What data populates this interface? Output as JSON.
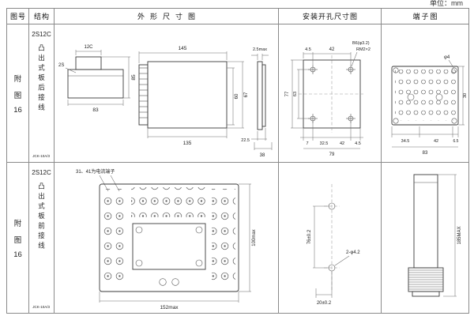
{
  "page": {
    "unit_note": "单位：mm"
  },
  "header": {
    "fig": "图号",
    "struct": "结构",
    "outline": "外形尺寸图",
    "mounting": "安装开孔尺寸图",
    "terminal": "端子图"
  },
  "row1": {
    "fig": [
      "附",
      "图",
      "16"
    ],
    "model": "2S12C",
    "desc": "凸出式板后接线",
    "code": "JCK-10A/3",
    "outline": {
      "lbl_12c": "12C",
      "lbl_2s": "2S",
      "w83": "83",
      "h85": "85",
      "top145": "145",
      "bot135": "135",
      "h60": "60",
      "h67": "67",
      "tmax": "2.5max",
      "b225": "22.5",
      "b38": "38"
    },
    "mounting": {
      "t45": "4.5",
      "t42": "42",
      "note_hole": "B6(φ3.2)",
      "note_screw": "RM2×2",
      "l77": "77",
      "l63": "63",
      "b7": "7",
      "b325": "32.5",
      "b42": "42",
      "b45": "4.5",
      "total79": "79"
    },
    "terminal": {
      "phi4": "φ4",
      "b345": "34.5",
      "b42": "42",
      "b65": "6.5",
      "total83": "83",
      "r30": "30"
    }
  },
  "row2": {
    "fig": [
      "附",
      "图",
      "16"
    ],
    "model": "2S12C",
    "desc": "凸出式板前接线",
    "code": "JCK-10A/3",
    "outline": {
      "note": "31、41为电流端子",
      "w152": "152max",
      "h100": "100max"
    },
    "mounting": {
      "v76": "76±0.2",
      "note_hole": "2-φ4.2",
      "b20": "20±0.2"
    },
    "terminal": {
      "h185": "185MAX"
    }
  }
}
